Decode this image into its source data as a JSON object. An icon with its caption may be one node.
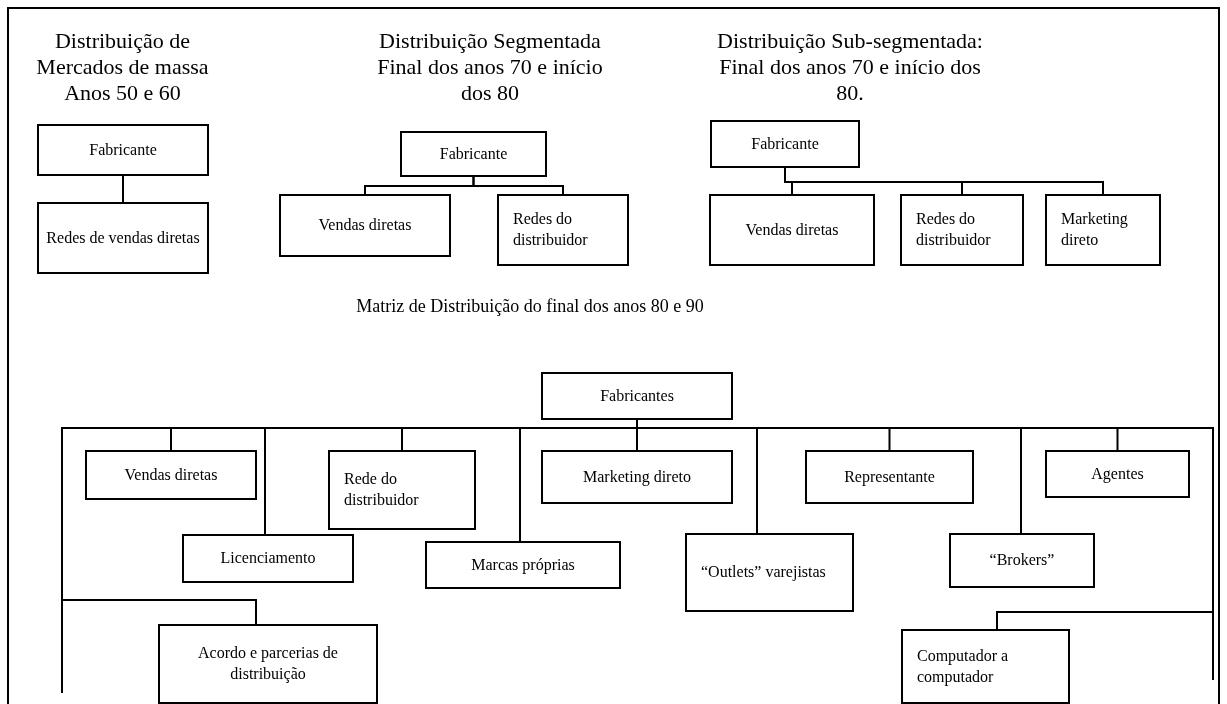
{
  "diagram": {
    "nodes": [
      {
        "text": [
          "Fabricante"
        ]
      },
      {
        "text": [
          "Redes de vendas diretas"
        ]
      },
      {
        "text": [
          "Fabricante"
        ]
      },
      {
        "text": [
          "Vendas diretas"
        ]
      },
      {
        "text": [
          "Redes do distribuidor"
        ]
      },
      {
        "text": [
          "Fabricante"
        ]
      },
      {
        "text": [
          "Vendas diretas"
        ]
      },
      {
        "text": [
          "Redes do distribuidor"
        ]
      },
      {
        "text": [
          "Marketing direto"
        ]
      },
      {
        "text": [
          "Fabricantes"
        ]
      },
      {
        "text": [
          "Vendas diretas"
        ]
      },
      {
        "text": [
          "Rede do distribuidor"
        ]
      },
      {
        "text": [
          "Marketing direto"
        ]
      },
      {
        "text": [
          "Representante"
        ]
      },
      {
        "text": [
          "Agentes"
        ]
      },
      {
        "text": [
          "Licenciamento"
        ]
      },
      {
        "text": [
          "Marcas próprias"
        ]
      },
      {
        "text": [
          "“Outlets” varejistas"
        ]
      },
      {
        "text": [
          "“Brokers”"
        ]
      },
      {
        "text": [
          "Acordo e parcerias de distribuição"
        ]
      },
      {
        "text": [
          "Computador a computador"
        ]
      }
    ],
    "edges": [
      {
        "from": 0,
        "to": 1,
        "arrow": "none"
      },
      {
        "from": 2,
        "to": 3,
        "arrow": "none"
      },
      {
        "from": 2,
        "to": 4,
        "arrow": "none"
      },
      {
        "from": 5,
        "to": 6,
        "arrow": "none"
      },
      {
        "from": 5,
        "to": 7,
        "arrow": "none"
      },
      {
        "from": 5,
        "to": 8,
        "arrow": "none"
      },
      {
        "from": 9,
        "to": 10,
        "arrow": "none"
      },
      {
        "from": 9,
        "to": 11,
        "arrow": "none"
      },
      {
        "from": 9,
        "to": 12,
        "arrow": "none"
      },
      {
        "from": 9,
        "to": 13,
        "arrow": "none"
      },
      {
        "from": 9,
        "to": 14,
        "arrow": "none"
      },
      {
        "from": 9,
        "to": 15,
        "arrow": "none"
      },
      {
        "from": 9,
        "to": 16,
        "arrow": "none"
      },
      {
        "from": 9,
        "to": 17,
        "arrow": "none"
      },
      {
        "from": 9,
        "to": 18,
        "arrow": "none"
      },
      {
        "from": 9,
        "to": 19,
        "arrow": "none"
      },
      {
        "from": 9,
        "to": 20,
        "arrow": "none"
      },
      {
        "from": 9,
        "to": null,
        "arrow": "none"
      },
      {
        "from": 9,
        "to": null,
        "arrow": "none"
      }
    ],
    "labels": [
      "Distribuição de Mercados de massa Anos 50 e 60",
      "Distribuição Segmentada Final dos anos 70 e início dos 80",
      "Distribuição Sub-segmentada: Final dos anos 70 e início dos 80.",
      "Matriz de Distribuição do final dos anos 80 e 90"
    ]
  }
}
